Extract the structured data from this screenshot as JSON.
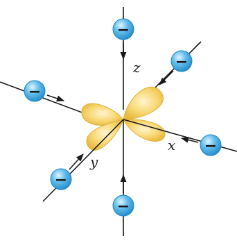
{
  "axes": {
    "x_label": "x",
    "y_label": "y",
    "z_label": "z"
  },
  "ligand_charge_sign": "−",
  "colors": {
    "orbital_fill": "#f6d06a",
    "orbital_highlight": "#fff1c4",
    "orbital_edge": "#e2b23a",
    "ligand_fill": "#3aa3dc",
    "ligand_highlight": "#b9e4fa",
    "axis_line": "#1a1a1a"
  }
}
